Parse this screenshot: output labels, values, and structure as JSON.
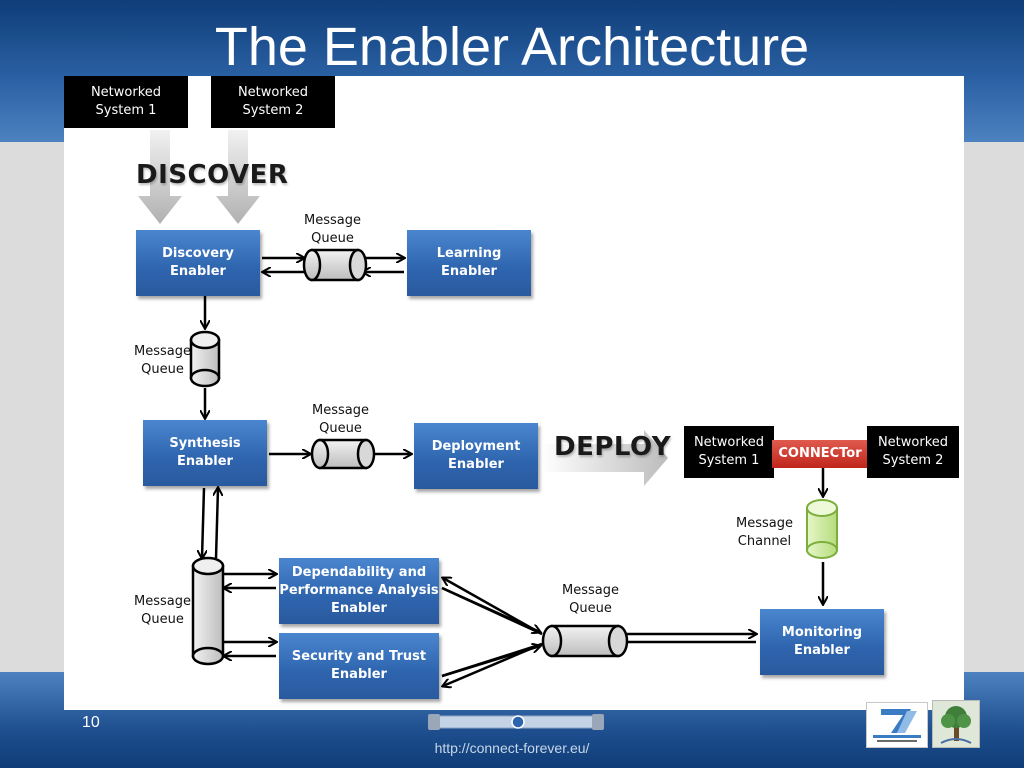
{
  "slide": {
    "title": "The Enabler Architecture",
    "number": "10",
    "url": "http://connect-forever.eu/"
  },
  "diagram": {
    "networked_system_1_line1": "Networked",
    "networked_system_1_line2": "System 1",
    "networked_system_2_line1": "Networked",
    "networked_system_2_line2": "System 2",
    "discover_label": "DISCOVER",
    "deploy_label": "DEPLOY",
    "connector_label": "CONNECTor",
    "message_word": "Message",
    "queue_word": "Queue",
    "channel_word": "Channel",
    "enablers": {
      "discovery_1": "Discovery",
      "discovery_2": "Enabler",
      "learning_1": "Learning",
      "learning_2": "Enabler",
      "synthesis_1": "Synthesis",
      "synthesis_2": "Enabler",
      "deployment_1": "Deployment",
      "deployment_2": "Enabler",
      "dependability_1": "Dependability and",
      "dependability_2": "Performance Analysis",
      "dependability_3": "Enabler",
      "security_1": "Security and Trust",
      "security_2": "Enabler",
      "monitoring_1": "Monitoring",
      "monitoring_2": "Enabler"
    }
  },
  "logos": {
    "seventh_framework_icon": "seventh-framework-programme-logo",
    "tree_icon": "connect-tree-logo",
    "seventh_framework_text": "SEVENTH FRAMEWORK PROGRAMME"
  },
  "colors": {
    "enabler_blue": "#2e64ae",
    "connector_red": "#c0261b",
    "channel_green": "#cdeaa0"
  }
}
